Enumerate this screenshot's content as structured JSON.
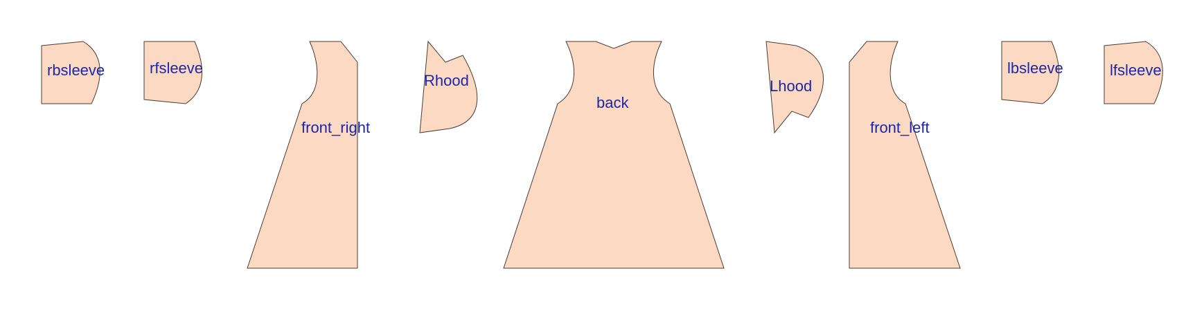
{
  "colors": {
    "piece_fill": "#FCD9C2",
    "piece_stroke": "#4A3B33",
    "label_text": "#1B27A8",
    "background": "#FFFFFF"
  },
  "pieces": [
    {
      "id": "rbsleeve",
      "label": "rbsleeve"
    },
    {
      "id": "rfsleeve",
      "label": "rfsleeve"
    },
    {
      "id": "front_right",
      "label": "front_right"
    },
    {
      "id": "rhood",
      "label": "Rhood"
    },
    {
      "id": "back",
      "label": "back"
    },
    {
      "id": "lhood",
      "label": "Lhood"
    },
    {
      "id": "front_left",
      "label": "front_left"
    },
    {
      "id": "lbsleeve",
      "label": "lbsleeve"
    },
    {
      "id": "lfsleeve",
      "label": "lfsleeve"
    }
  ]
}
